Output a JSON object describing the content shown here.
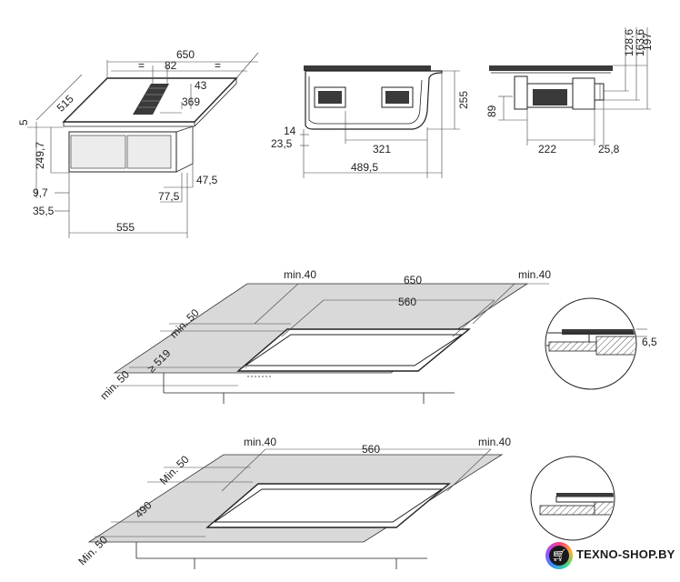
{
  "top_left_view": {
    "dims": {
      "width_650": "650",
      "eq_left": "=",
      "vent_82": "82",
      "eq_right": "=",
      "depth_515": "515",
      "d43": "43",
      "d369": "369",
      "d5": "5",
      "h249_7": "249,7",
      "d47_5": "47,5",
      "d77_5": "77,5",
      "d9_7": "9,7",
      "d35_5": "35,5",
      "d555": "555"
    }
  },
  "side_view": {
    "dims": {
      "d255": "255",
      "d14": "14",
      "d23_5": "23,5",
      "d321": "321",
      "d489_5": "489,5"
    }
  },
  "front_view": {
    "dims": {
      "d128_6": "128,6",
      "d163_6": "163,6",
      "d197": "197",
      "d89": "89",
      "d222": "222",
      "d25_8": "25,8"
    }
  },
  "installation_flush": {
    "dims": {
      "min40_left": "min.40",
      "w650": "650",
      "min40_right": "min.40",
      "w560": "560",
      "min50_top": "min. 50",
      "d519": "≥ 519",
      "min50_bottom": "min. 50",
      "detail_6_5": "6,5"
    }
  },
  "installation_standard": {
    "dims": {
      "min40_left": "min.40",
      "w560": "560",
      "min40_right": "min.40",
      "min50_top": "Min. 50",
      "d490": "490",
      "min50_bottom": "Min. 50"
    }
  },
  "watermark": {
    "text": "TEXNO-SHOP.BY",
    "icon": "shopping-cart-icon"
  }
}
